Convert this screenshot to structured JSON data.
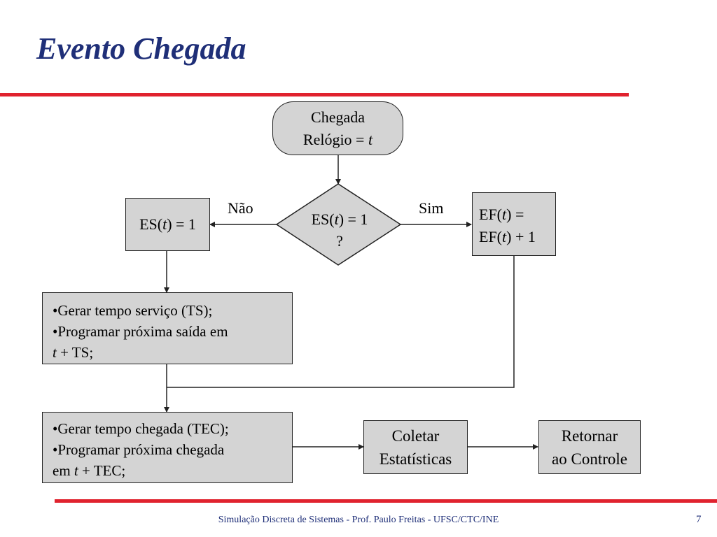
{
  "slide": {
    "title": "Evento Chegada",
    "footer": "Simulação Discreta de Sistemas  -  Prof. Paulo Freitas  -  UFSC/CTC/INE",
    "page_number": "7"
  },
  "colors": {
    "title": "#1f2f78",
    "rule": "#e0222e",
    "box_fill": "#d4d4d4",
    "box_border": "#222222"
  },
  "flowchart": {
    "start": {
      "line1": "Chegada",
      "line2_prefix": "Relógio = ",
      "line2_var": "t"
    },
    "decision": {
      "prefix": "ES(",
      "var": "t",
      "suffix": ") = 1",
      "line2": "?"
    },
    "label_no": "Não",
    "label_yes": "Sim",
    "left_box": {
      "prefix": "ES(",
      "var": "t",
      "suffix": ") = 1"
    },
    "right_box": {
      "l1_prefix": "EF(",
      "l1_var": "t",
      "l1_suffix": ") =",
      "l2_prefix": "EF(",
      "l2_var": "t",
      "l2_suffix": ") + 1"
    },
    "service_box": {
      "item1": "•Gerar tempo serviço (TS);",
      "item2": "•Programar próxima saída   em",
      "item3_var": "t",
      "item3_rest": " + TS;"
    },
    "arrival_box": {
      "item1": "•Gerar tempo chegada (TEC);",
      "item2": "•Programar próxima chegada",
      "item3_prefix": "em ",
      "item3_var": "t",
      "item3_rest": " + TEC;"
    },
    "stats_box": {
      "line1": "Coletar",
      "line2": "Estatísticas"
    },
    "return_box": {
      "line1": "Retornar",
      "line2": "ao Controle"
    }
  }
}
